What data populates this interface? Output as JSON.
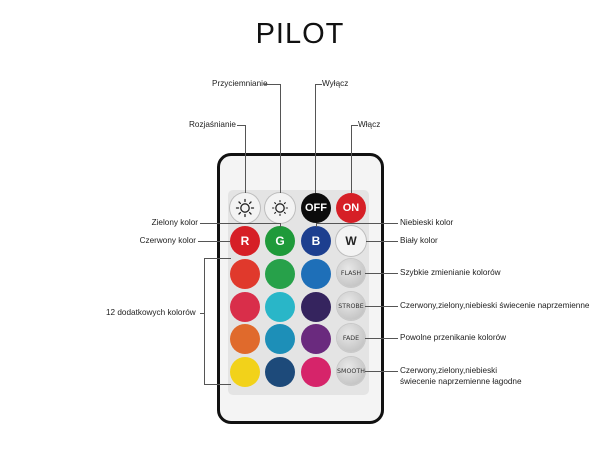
{
  "title": "PILOT",
  "labels": {
    "przyciemnianie": "Przyciemnianie",
    "wylacz": "Wyłącz",
    "rozjasnianie": "Rozjaśnianie",
    "wlacz": "Włącz",
    "zielony": "Zielony kolor",
    "niebieski": "Niebieski kolor",
    "czerwony": "Czerwony kolor",
    "bialy": "Biały kolor",
    "dodatkowe": "12 dodatkowych kolorów",
    "flash": "Szybkie zmienianie kolorów",
    "strobe": "Czerwony,zielony,niebieski świecenie naprzemienne",
    "fade": "Powolne przenikanie kolorów",
    "smooth_line1": "Czerwony,zielony,niebieski",
    "smooth_line2": "świecenie naprzemienne łagodne"
  },
  "buttons": {
    "off": "OFF",
    "on": "ON",
    "r": "R",
    "g": "G",
    "b": "B",
    "w": "W",
    "flash": "FLASH",
    "strobe": "STROBE",
    "fade": "FADE",
    "smooth": "SMOOTH"
  },
  "colors": {
    "red": "#d61f26",
    "green": "#1f9a3a",
    "blue": "#1d3f8f",
    "off": "#0c0c0c",
    "on": "#d61f26",
    "grid": [
      [
        "#e0392c",
        "#27a14a",
        "#1e6fb8"
      ],
      [
        "#d92e4a",
        "#29b6c8",
        "#35245e"
      ],
      [
        "#e06a2c",
        "#1d8fb8",
        "#6a2a7e"
      ],
      [
        "#f2d21a",
        "#1d4a7a",
        "#d6246a"
      ]
    ]
  }
}
